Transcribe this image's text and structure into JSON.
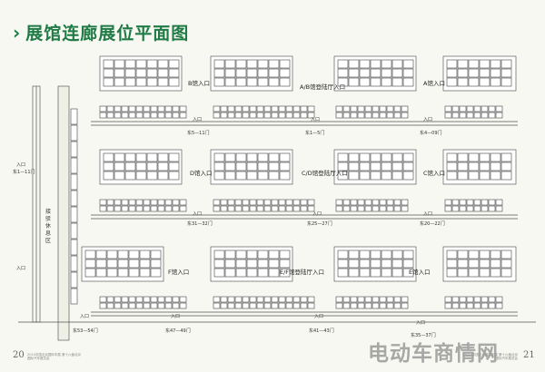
{
  "title": "展馆连廊展位平面图",
  "halls": {
    "b": "B馆入口",
    "ab": "A/B馆登陆厅入口",
    "a": "A馆入口",
    "d": "D馆入口",
    "cd": "C/D馆登陆厅入口",
    "c": "C馆入口",
    "f": "F馆入口",
    "ef": "E/F馆登陆厅入口",
    "e": "E馆入口"
  },
  "entrance_label": "入口",
  "area_label": "接驳休息区",
  "gates": {
    "g1": "东5—11门",
    "g2": "东1—5门",
    "g3": "东4—09门",
    "g4": "东31—32门",
    "g5": "东25—27门",
    "g6": "东20—22门",
    "g7": "东53—54门",
    "g8": "东47—49门",
    "g9": "东41—43门",
    "g10": "东35—37门",
    "g11": "东1—11门"
  },
  "page_left": "20",
  "page_right": "21",
  "footer_left": "2014中国北京国际车展 第十六届北京国际汽车展览会",
  "footer_right": "2014中国北京国际车展 第十六届北京国际汽车展览会",
  "watermark": "电动车商情网",
  "colors": {
    "accent": "#1f7a45",
    "line": "#444444",
    "zone": "#666666"
  }
}
